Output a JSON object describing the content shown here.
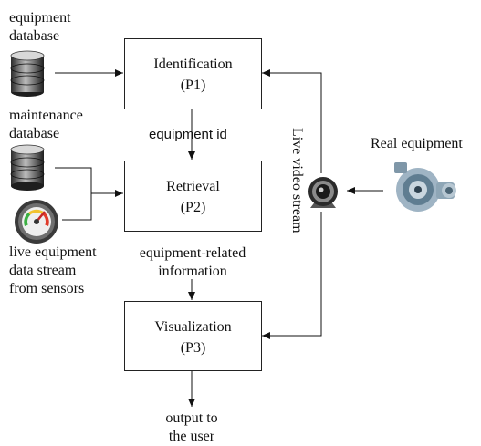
{
  "labels": {
    "equipment_database": [
      "equipment",
      "database"
    ],
    "maintenance_database": [
      "maintenance",
      "database"
    ],
    "live_data_stream": [
      "live equipment",
      "data stream",
      "from sensors"
    ],
    "equipment_id": "equipment id",
    "equipment_related_info": [
      "equipment-related",
      "information"
    ],
    "output": [
      "output to",
      "the user"
    ],
    "real_equipment": "Real equipment",
    "live_video_stream": "Live video stream"
  },
  "boxes": {
    "p1": {
      "title": "Identification",
      "code": "(P1)"
    },
    "p2": {
      "title": "Retrieval",
      "code": "(P2)"
    },
    "p3": {
      "title": "Visualization",
      "code": "(P3)"
    }
  },
  "icons": [
    "database-icon",
    "database-icon",
    "gauge-icon",
    "webcam-icon",
    "turbocharger-icon"
  ]
}
